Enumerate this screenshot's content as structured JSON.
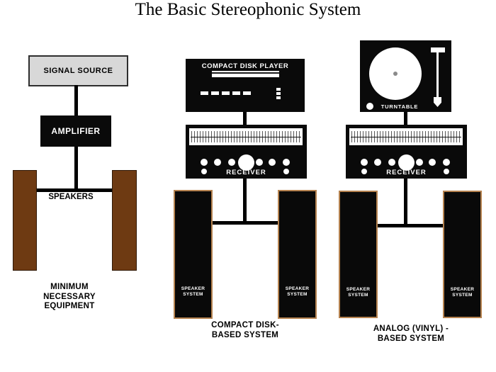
{
  "title": "The Basic Stereophonic System",
  "colors": {
    "background": "#ffffff",
    "device_black": "#0a0a0a",
    "signal_source_fill": "#d8d8d8",
    "wood_brown": "#6e3a12",
    "speaker_trim_tan": "#b5824f",
    "text_black": "#000000",
    "text_white": "#ffffff"
  },
  "icons": {
    "turntable_platter_icon": "white circle with gray spindle dot",
    "tonearm_icon": "white headshell bar, arm line and cartridge arrow",
    "tuner_dial_icon": "white scale strip with tick marks",
    "receiver_knob_icon": "white circles",
    "cd_indicator_icon": "row of five white dashes",
    "cd_tray_icon": "white slot bar"
  },
  "minimum_system": {
    "signal_source_label": "SIGNAL SOURCE",
    "amplifier_label": "AMPLIFIER",
    "speakers_label": "SPEAKERS",
    "caption_line1": "MINIMUM",
    "caption_line2": "NECESSARY",
    "caption_line3": "EQUIPMENT"
  },
  "cd_system": {
    "player_label": "COMPACT DISK PLAYER",
    "receiver_label": "RECEIVER",
    "speaker_label_line1": "SPEAKER",
    "speaker_label_line2": "SYSTEM",
    "caption_line1": "COMPACT DISK-",
    "caption_line2": "BASED SYSTEM"
  },
  "vinyl_system": {
    "turntable_label": "TURNTABLE",
    "receiver_label": "RECEIVER",
    "speaker_label_line1": "SPEAKER",
    "speaker_label_line2": "SYSTEM",
    "caption_line1": "ANALOG (VINYL) -",
    "caption_line2": "BASED SYSTEM"
  }
}
